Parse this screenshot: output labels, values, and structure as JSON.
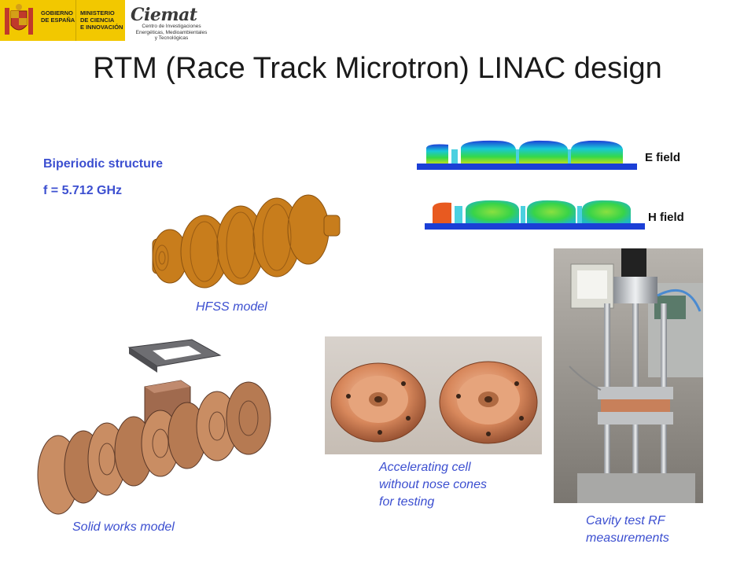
{
  "logos": {
    "gov_lines": [
      "GOBIERNO",
      "DE ESPAÑA"
    ],
    "ministry_lines": [
      "MINISTERIO",
      "DE CIENCIA",
      "E INNOVACIÓN"
    ],
    "ciemat_name": "Ciemat",
    "ciemat_sub_lines": [
      "Centro de Investigaciones",
      "Energéticas, Medioambientales",
      "y Tecnológicas"
    ]
  },
  "title": "RTM (Race Track Microtron) LINAC design",
  "structure": {
    "label": "Biperiodic structure",
    "frequency": "f = 5.712 GHz"
  },
  "fields": {
    "e_label": "E field",
    "h_label": "H field"
  },
  "captions": {
    "hfss": "HFSS model",
    "solidworks": "Solid works model",
    "cell_lines": [
      "Accelerating cell",
      "without nose cones",
      "for testing"
    ],
    "cavity_lines": [
      "Cavity test RF",
      "measurements"
    ]
  },
  "colors": {
    "caption_blue": "#3c4fd0",
    "logo_yellow": "#f2c800",
    "hfss_orange": "#c87d1c",
    "copper": "#c98d63"
  }
}
